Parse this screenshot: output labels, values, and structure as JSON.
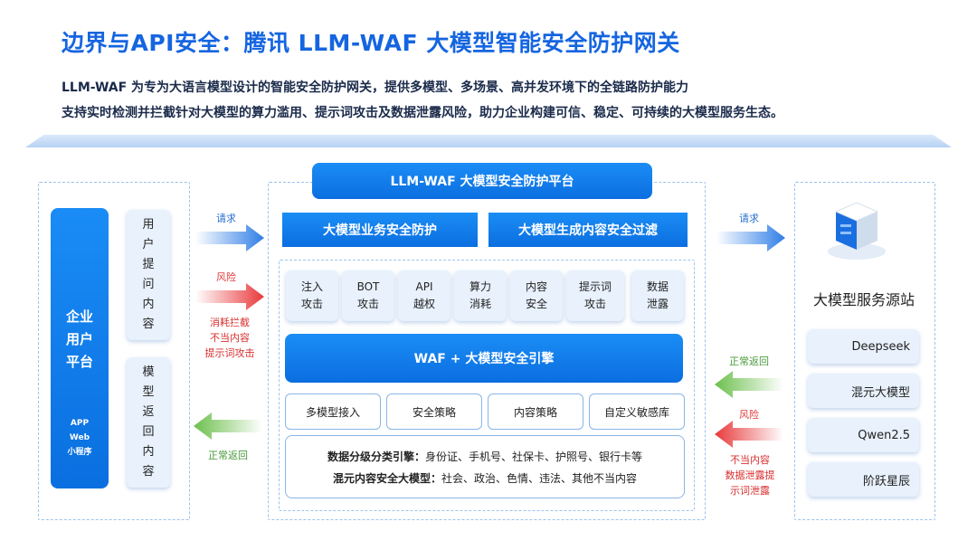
{
  "header": {
    "title": "边界与API安全：腾讯 LLM-WAF 大模型智能安全防护网关",
    "subtitle_line1": "LLM-WAF 为专为大语言模型设计的智能安全防护网关，提供多模型、多场景、高并发环境下的全链路防护能力",
    "subtitle_line2": "支持实时检测并拦截针对大模型的算力滥用、提示词攻击及数据泄露风险，助力企业构建可信、稳定、可持续的大模型服务生态。"
  },
  "left": {
    "enterprise_label": "企业\n用户\n平台",
    "channels": "APP\nWeb\n小程序",
    "user_prompt": "用户提问内容",
    "model_reply": "模型返回内容"
  },
  "flows": {
    "left_request": "请求",
    "left_risk": "风险",
    "left_risk_note": "消耗拦截\n不当内容\n提示词攻击",
    "left_normal_return": "正常返回",
    "right_request": "请求",
    "right_normal_return": "正常返回",
    "right_risk": "风险",
    "right_risk_note": "不当内容\n数据泄露提\n示词泄露"
  },
  "center": {
    "platform_title": "LLM-WAF 大模型安全防护平台",
    "section_business": "大模型业务安全防护",
    "section_content": "大模型生成内容安全过滤",
    "threats": [
      {
        "l1": "注入",
        "l2": "攻击"
      },
      {
        "l1": "BOT",
        "l2": "攻击"
      },
      {
        "l1": "API",
        "l2": "越权"
      },
      {
        "l1": "算力",
        "l2": "消耗"
      },
      {
        "l1": "内容",
        "l2": "安全"
      },
      {
        "l1": "提示词",
        "l2": "攻击"
      },
      {
        "l1": "数据",
        "l2": "泄露"
      }
    ],
    "engine": "WAF + 大模型安全引擎",
    "policies": [
      "多模型接入",
      "安全策略",
      "内容策略",
      "自定义敏感库"
    ],
    "data_engine_label": "数据分级分类引擎：",
    "data_engine_items": "身份证、手机号、社保卡、护照号、银行卡等",
    "content_model_label": "混元内容安全大模型：",
    "content_model_items": "社会、政治、色情、违法、其他不当内容"
  },
  "right": {
    "title": "大模型服务源站",
    "models": [
      "Deepseek",
      "混元大模型",
      "Qwen2.5",
      "阶跃星辰"
    ]
  },
  "colors": {
    "brand_blue": "#0b6ee0",
    "title_blue": "#1565e0",
    "risk_red": "#e03a3a",
    "normal_green": "#4a9a3a"
  }
}
